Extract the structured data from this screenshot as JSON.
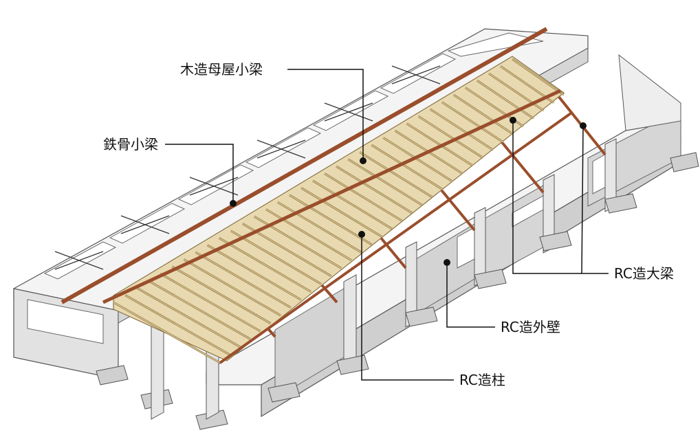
{
  "labels": {
    "purlin": "木造母屋小梁",
    "steel_beam": "鉄骨小梁",
    "rc_girder": "RC造大梁",
    "rc_wall": "RC造外壁",
    "rc_column": "RC造柱"
  },
  "colors": {
    "concrete_top": "#f3f3f3",
    "concrete_side": "#d9d9d9",
    "concrete_shade": "#bdbdbd",
    "edge": "#555555",
    "steel": "#9a4e2c",
    "timber": "#d8c08c",
    "timber_edge": "#8a7444",
    "brace": "#333333",
    "leader": "#111111"
  }
}
